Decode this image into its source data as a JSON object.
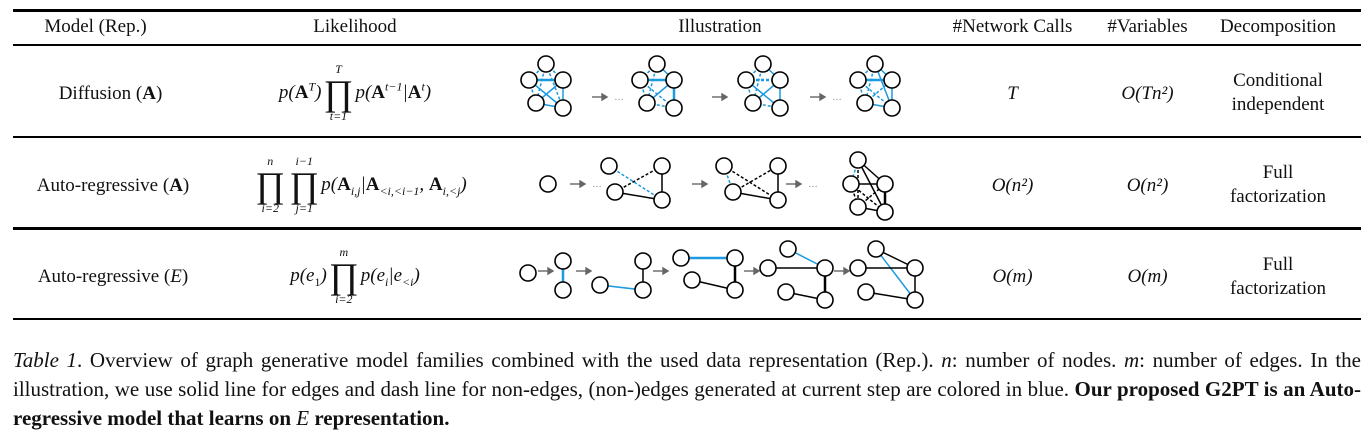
{
  "table": {
    "headers": [
      "Model (Rep.)",
      "Likelihood",
      "Illustration",
      "#Network Calls",
      "#Variables",
      "Decomposition"
    ],
    "rows": [
      {
        "model_prefix": "Diffusion (",
        "model_rep": "A",
        "model_suffix": ")",
        "likelihood": {
          "pre": "p(A^T)",
          "prod_upper": "T",
          "prod_lower": "t=1",
          "post": "p(A^{t-1}|A^t)"
        },
        "network_calls": "T",
        "variables": "O(Tn²)",
        "decomposition": [
          "Conditional",
          "independent"
        ]
      },
      {
        "model_prefix": "Auto-regressive (",
        "model_rep": "A",
        "model_suffix": ")",
        "likelihood": {
          "prod1_upper": "n",
          "prod1_lower": "i=2",
          "prod2_upper": "i−1",
          "prod2_lower": "j=1",
          "post": "p(A_{i,j}|A_{<i,<i−1}, A_{i,<j})"
        },
        "network_calls": "O(n²)",
        "variables": "O(n²)",
        "decomposition": [
          "Full",
          "factorization"
        ]
      },
      {
        "model_prefix": "Auto-regressive (",
        "model_rep": "E",
        "model_suffix": ")",
        "likelihood": {
          "pre": "p(e₁)",
          "prod_upper": "m",
          "prod_lower": "i=2",
          "post": "p(eᵢ|e<ᵢ)"
        },
        "network_calls": "O(m)",
        "variables": "O(m)",
        "decomposition": [
          "Full",
          "factorization"
        ]
      }
    ]
  },
  "illustration_colors": {
    "edge_black": "#000000",
    "edge_blue": "#1b9be0",
    "arrow": "#666666"
  },
  "caption": {
    "label": "Table 1",
    "text": ". Overview of graph generative model families combined with the used data representation (Rep.). ",
    "n_sym": "n",
    "n_def": ": number of nodes. ",
    "m_sym": "m",
    "m_def": ": number of edges. In the illustration, we use solid line for edges and dash line for non-edges, (non-)edges generated at current step are colored in blue. ",
    "bold_pre": "Our proposed G2PT is an Auto-regressive model that learns on ",
    "bold_sym": "E",
    "bold_post": " representation."
  }
}
